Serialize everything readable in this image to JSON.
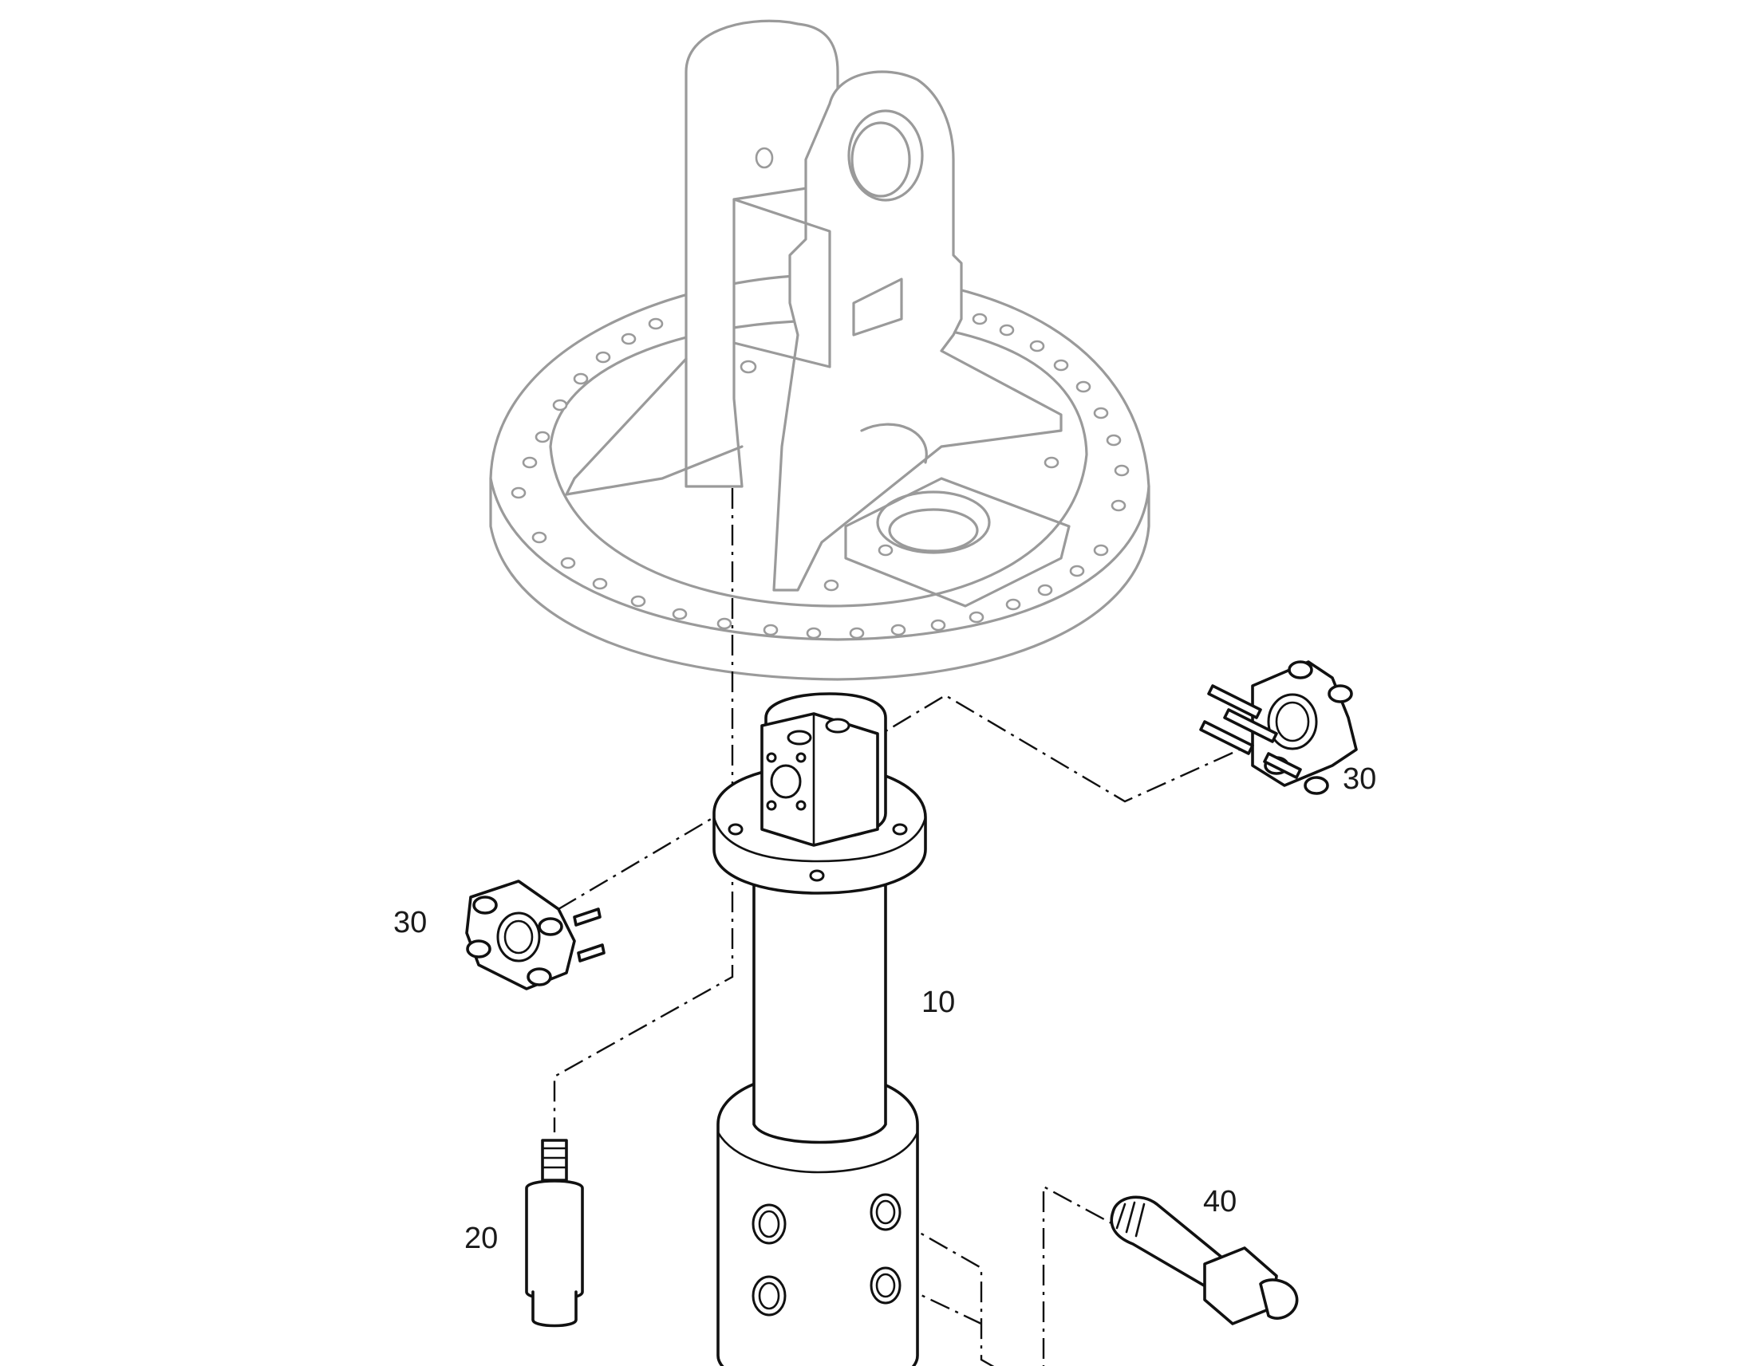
{
  "callouts": {
    "rotary_joint": "10",
    "fitting_20": "20",
    "flange_clamp_right": "30",
    "flange_clamp_left": "30",
    "fitting_40": "40"
  },
  "colors": {
    "background": "#ffffff",
    "part_outline": "#111111",
    "context_outline": "#9a9a9a"
  },
  "icons": {
    "context_part": "turntable-bracket-ghost",
    "main_part": "rotary-joint-drawing"
  }
}
